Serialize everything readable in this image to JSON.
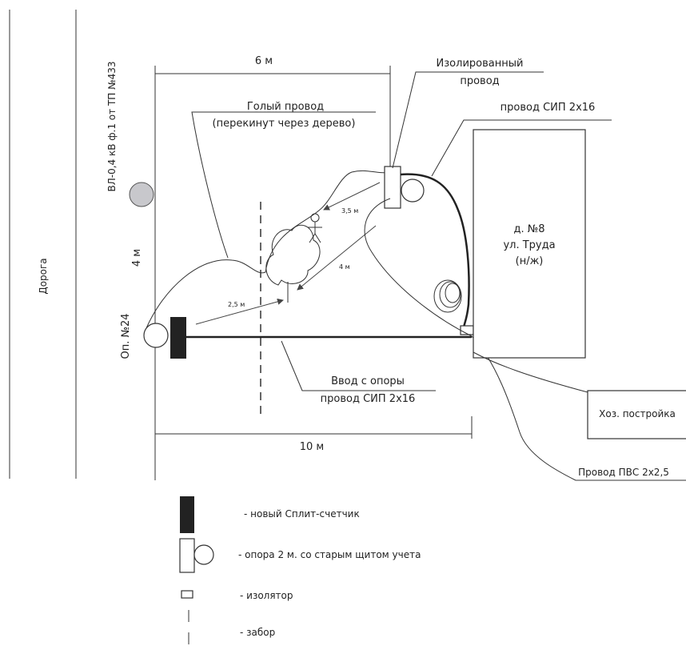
{
  "road": {
    "label": "Дорога"
  },
  "line": {
    "label": "ВЛ-0,4 кВ ф.1 от ТП №433"
  },
  "pole": {
    "label": "Оп. №24"
  },
  "dims": {
    "top": "6 м",
    "left": "4 м",
    "bottom": "10 м",
    "d1": "2,5 м",
    "d2": "3,5 м",
    "d3": "4 м"
  },
  "callouts": {
    "bare_wire_line1": "Голый провод",
    "bare_wire_line2": "(перекинут через дерево)",
    "insulated_line1": "Изолированный",
    "insulated_line2": "провод",
    "sip_top": "провод СИП 2х16",
    "input_line1": "Ввод с опоры",
    "input_line2": "провод СИП 2х16",
    "pvs": "Провод ПВС 2х2,5"
  },
  "house": {
    "line1": "д. №8",
    "line2": "ул. Труда",
    "line3": "(н/ж)"
  },
  "shed": {
    "label": "Хоз. постройка"
  },
  "legend": {
    "meter": "- новый Сплит-счетчик",
    "pole_panel": "- опора 2 м. со старым щитом учета",
    "insulator": "- изолятор",
    "fence": "- забор"
  },
  "colors": {
    "meter": "#222222",
    "pole_fill": "#c8c8cc"
  }
}
